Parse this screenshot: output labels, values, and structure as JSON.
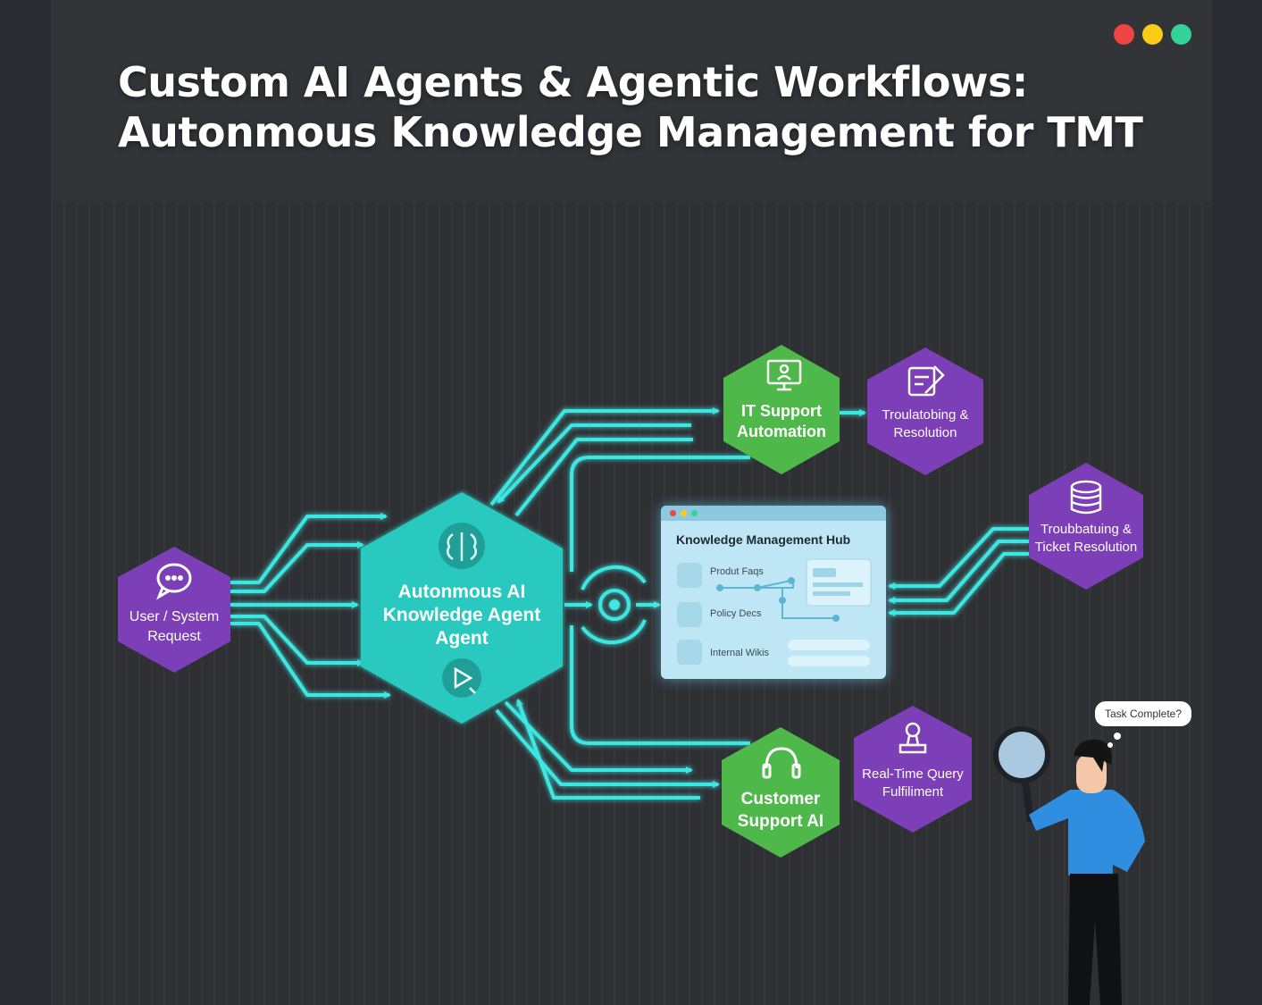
{
  "header": {
    "title_line1": "Custom AI Agents & Agentic Workflows:",
    "title_line2": "Autonmous Knowledge Management for TMT"
  },
  "window_controls": {
    "colors": [
      "#ef4444",
      "#facc15",
      "#34d399"
    ]
  },
  "colors": {
    "connector": "#3ee6e0",
    "purple_node": "#7c3fb8",
    "green_node": "#4fb84a",
    "teal_node": "#2ac9c0",
    "hub_panel": "#bfe6f4"
  },
  "nodes": {
    "request": {
      "label_line1": "User / System",
      "label_line2": "Request",
      "icon": "chat-bubble-icon"
    },
    "agent": {
      "label_line1": "Autonmous AI",
      "label_line2": "Knowledge Agent",
      "label_line3": "Agent",
      "icon": "brain-icon",
      "action_icon": "play-cursor-icon"
    },
    "it_support": {
      "label_line1": "IT Support",
      "label_line2": "Automation",
      "icon": "monitor-user-icon"
    },
    "troubleshooting": {
      "label_line1": "Troulatobing &",
      "label_line2": "Resolution",
      "icon": "tools-icon"
    },
    "ticket": {
      "label_line1": "Troubbatuing &",
      "label_line2": "Ticket Resolution",
      "icon": "database-icon"
    },
    "customer_support": {
      "label_line1": "Customer",
      "label_line2": "Support AI",
      "icon": "headset-icon"
    },
    "realtime": {
      "label_line1": "Real-Time Query",
      "label_line2": "Fulfiliment",
      "icon": "stamp-icon"
    }
  },
  "hub": {
    "title": "Knowledge Management Hub",
    "items": [
      "Produt Faqs",
      "Policy Decs",
      "Internal Wikis"
    ]
  },
  "figure": {
    "speech": "Task Complete?"
  }
}
